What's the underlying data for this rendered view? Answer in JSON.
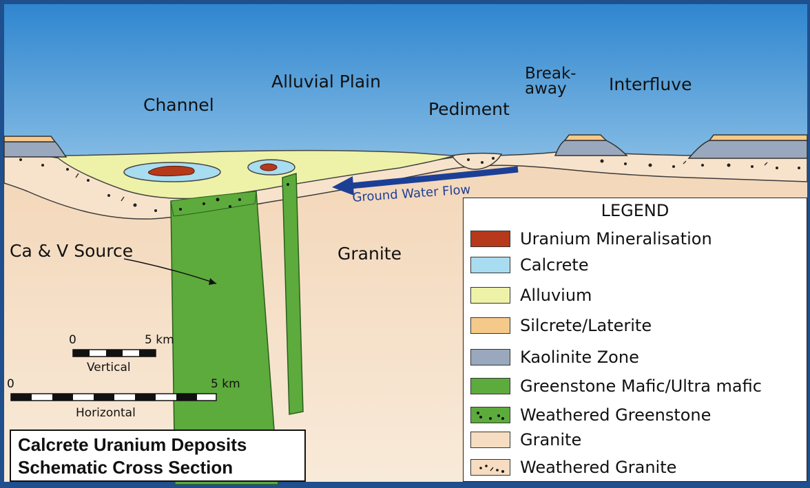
{
  "regions": {
    "channel": "Channel",
    "alluvial_plain": "Alluvial Plain",
    "pediment": "Pediment",
    "breakaway_line1": "Break-",
    "breakaway_line2": "away",
    "interfluve": "Interfluve",
    "granite": "Granite",
    "ca_v_source": "Ca & V Source"
  },
  "flow_label": "Ground Water Flow",
  "legend": {
    "title": "LEGEND",
    "items": [
      {
        "label": "Uranium Mineralisation",
        "color": "#b5391a"
      },
      {
        "label": "Calcrete",
        "color": "#a8dcf0"
      },
      {
        "label": "Alluvium",
        "color": "#eef2a8"
      },
      {
        "label": "Silcrete/Laterite",
        "color": "#f5c98a"
      },
      {
        "label": "Kaolinite Zone",
        "color": "#9aa8bd"
      },
      {
        "label": "Greenstone Mafic/Ultra mafic",
        "color": "#5cab3c"
      },
      {
        "label": "Weathered Greenstone",
        "color": "#5cab3c"
      },
      {
        "label": "Granite",
        "color": "#f6dcc0"
      },
      {
        "label": "Weathered Granite",
        "color": "#f6dcc0"
      }
    ]
  },
  "scale": {
    "vertical": {
      "start": "0",
      "end": "5 km",
      "label": "Vertical"
    },
    "horizontal": {
      "start": "0",
      "end": "5 km",
      "label": "Horizontal"
    }
  },
  "title": {
    "line1": "Calcrete Uranium Deposits",
    "line2": "Schematic Cross Section"
  },
  "colors": {
    "frame": "#1f4f8c",
    "sky_top": "#2f86cf",
    "sky_bottom": "#f2f6f9",
    "granite": "#f6dcc0",
    "weathered_granite": "#f7e3cb",
    "alluvium": "#eef2a8",
    "calcrete": "#a8dcf0",
    "uranium": "#b5391a",
    "greenstone": "#5cab3c",
    "kaolinite": "#9aa8bd",
    "silcrete": "#f5c98a",
    "flow_arrow": "#1c3f96"
  }
}
